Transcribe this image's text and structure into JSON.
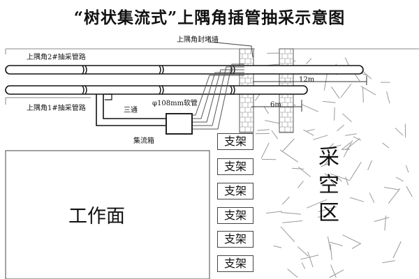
{
  "title": "“树状集流式”上隅角插管抽采示意图",
  "labels": {
    "seal_wall": "上隅角封堵墙",
    "pipe2": "上隅角2#抽采管路",
    "pipe1": "上隅角1#抽采管路",
    "tee": "三通",
    "hose": "φ108mm软管",
    "collector": "集流箱",
    "dist_12m": "12m",
    "dist_6m": "6m"
  },
  "supports": [
    "支架",
    "支架",
    "支架",
    "支架",
    "支架",
    "支架"
  ],
  "work_face": "工作面",
  "goaf": [
    "采",
    "空",
    "区"
  ]
}
